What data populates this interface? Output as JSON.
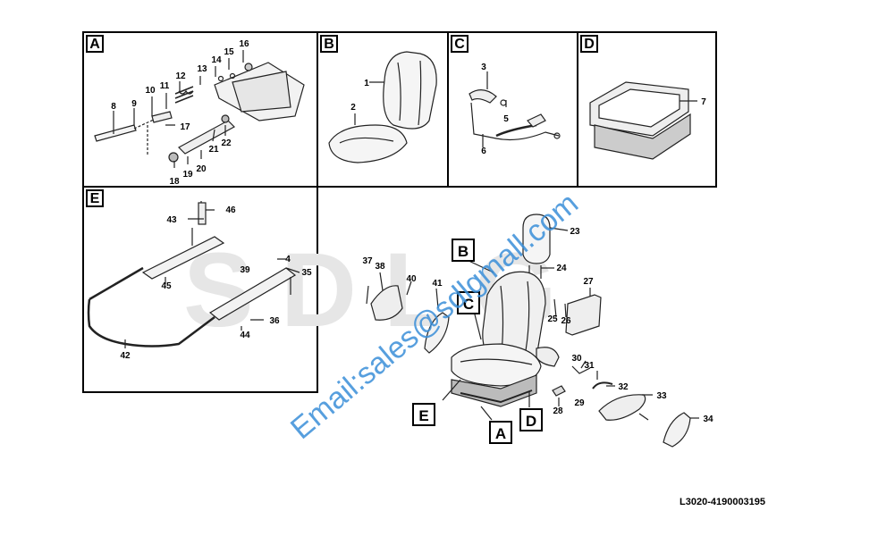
{
  "panels": [
    {
      "letter": "A"
    },
    {
      "letter": "B"
    },
    {
      "letter": "C"
    },
    {
      "letter": "D"
    },
    {
      "letter": "E"
    }
  ],
  "callouts": {
    "B": "B",
    "C": "C",
    "E": "E",
    "A": "A",
    "D": "D"
  },
  "parts": {
    "p1": "1",
    "p2": "2",
    "p3": "3",
    "p4": "4",
    "p5": "5",
    "p6": "6",
    "p7": "7",
    "p8": "8",
    "p9": "9",
    "p10": "10",
    "p11": "11",
    "p12": "12",
    "p13": "13",
    "p14": "14",
    "p15": "15",
    "p16": "16",
    "p17": "17",
    "p18": "18",
    "p19": "19",
    "p20": "20",
    "p21": "21",
    "p22": "22",
    "p23": "23",
    "p24": "24",
    "p25": "25",
    "p26": "26",
    "p27": "27",
    "p28": "28",
    "p29": "29",
    "p30": "30",
    "p31": "31",
    "p32": "32",
    "p33": "33",
    "p34": "34",
    "p35": "35",
    "p36": "36",
    "p37": "37",
    "p38": "38",
    "p39": "39",
    "p40": "40",
    "p41": "41",
    "p42": "42",
    "p43": "43",
    "p44": "44",
    "p45": "45",
    "p46": "46"
  },
  "brand_watermark": "SDLG",
  "email_watermark": "Email:sales@sdlgmall.com",
  "drawing_code": "L3020-4190003195"
}
